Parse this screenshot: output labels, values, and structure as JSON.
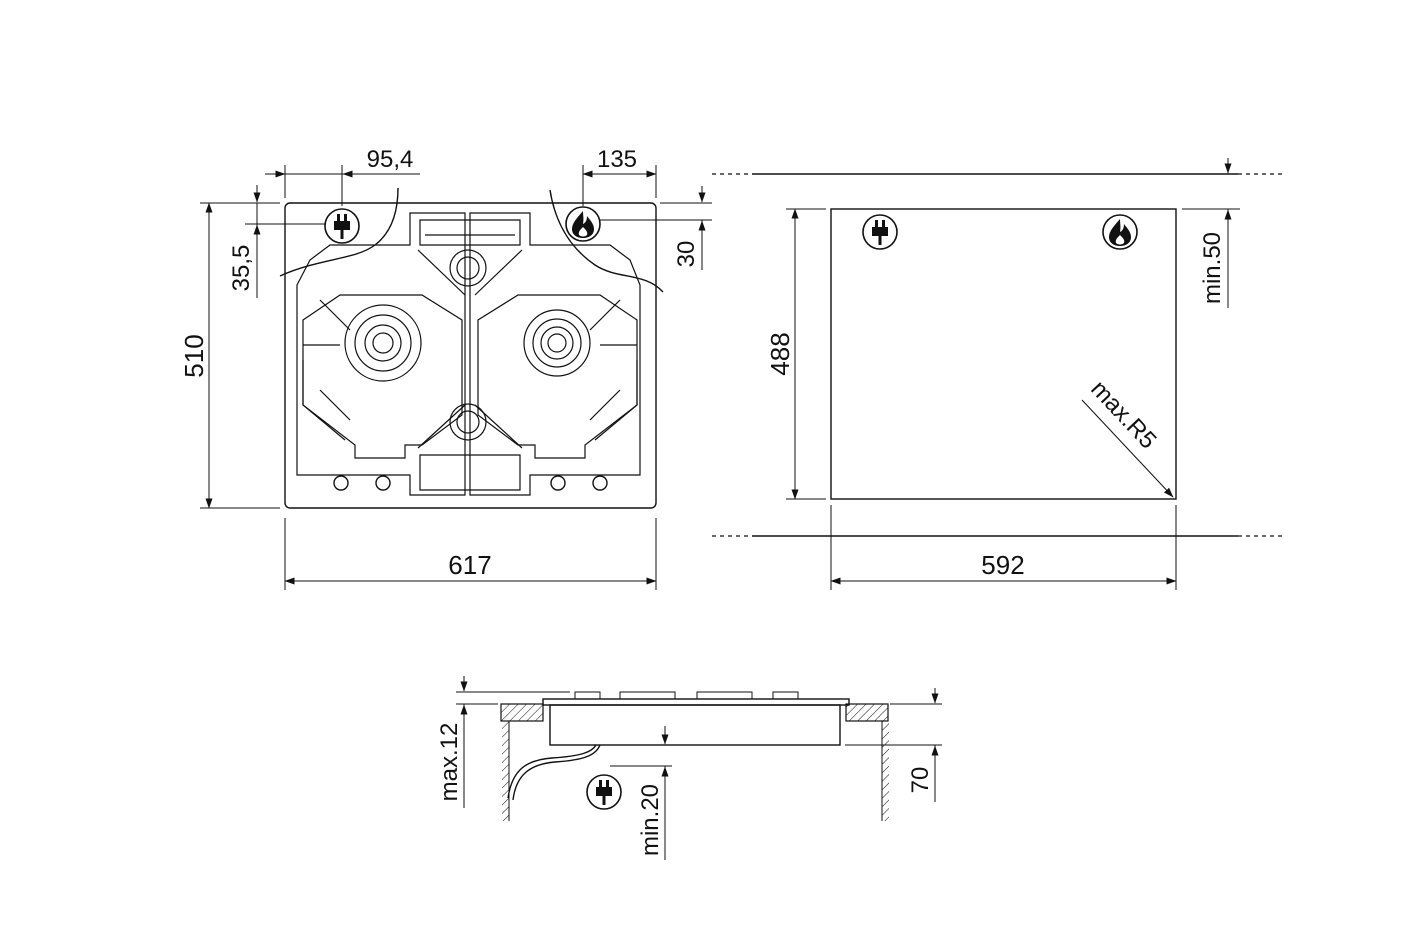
{
  "top_view": {
    "dims": {
      "offset_plug": "95,4",
      "offset_gas": "135",
      "depth": "510",
      "plug_vertical": "35,5",
      "gas_vertical": "30",
      "width": "617"
    }
  },
  "cutout_view": {
    "dims": {
      "depth": "488",
      "width": "592",
      "min_top": "min.50",
      "radius": "max.R5"
    }
  },
  "side_view": {
    "dims": {
      "max_left": "max.12",
      "min_bottom": "min.20",
      "height": "70"
    }
  },
  "icons": [
    "plug-icon",
    "flame-icon"
  ]
}
